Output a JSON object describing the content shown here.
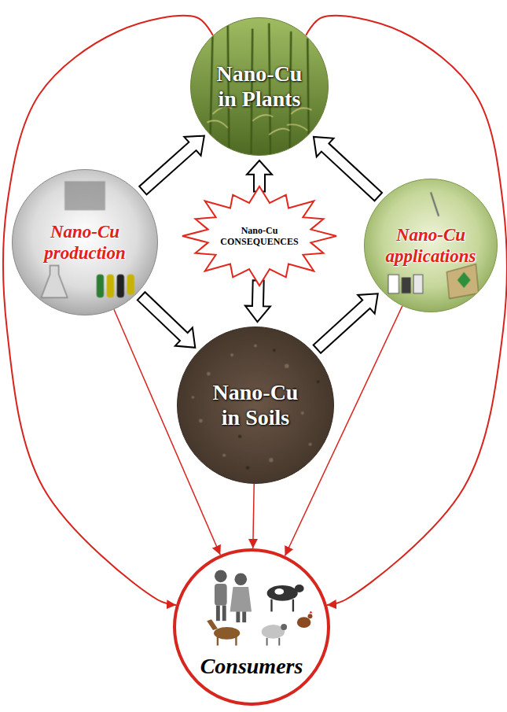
{
  "diagram": {
    "nodes": [
      {
        "text": [
          "Nano-Cu in Plants"
        ]
      },
      {
        "text": [
          "Nano-Cu production"
        ]
      },
      {
        "text": [
          "Nano-Cu CONSEQUENCES"
        ]
      },
      {
        "text": [
          "Nano-Cu applications"
        ]
      },
      {
        "text": [
          "Nano-Cu in Soils"
        ]
      },
      {
        "text": [
          "Consumers"
        ]
      }
    ],
    "edges": [
      {
        "from": 1,
        "to": 0,
        "arrow": "to"
      },
      {
        "from": 2,
        "to": 0,
        "arrow": "to"
      },
      {
        "from": 3,
        "to": 0,
        "arrow": "to"
      },
      {
        "from": 1,
        "to": 4,
        "arrow": "to"
      },
      {
        "from": 2,
        "to": 4,
        "arrow": "to"
      },
      {
        "from": 4,
        "to": 3,
        "arrow": "to"
      },
      {
        "from": 0,
        "to": 5,
        "arrow": "to"
      },
      {
        "from": 0,
        "to": 5,
        "arrow": "to"
      },
      {
        "from": 1,
        "to": 5,
        "arrow": "to"
      },
      {
        "from": 4,
        "to": 5,
        "arrow": "to"
      },
      {
        "from": 3,
        "to": 5,
        "arrow": "to"
      }
    ]
  }
}
